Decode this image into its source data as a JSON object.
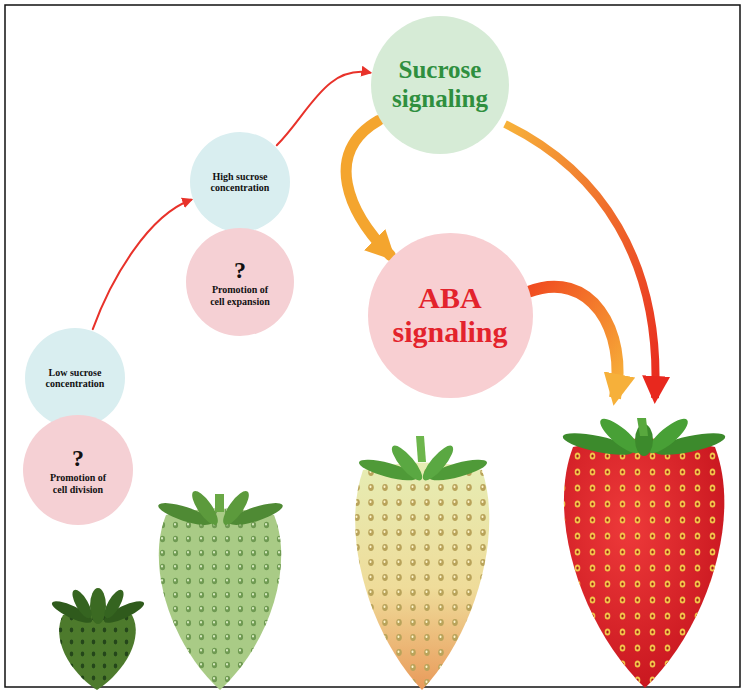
{
  "diagram": {
    "nodes": [
      {
        "text": [
          "Low sucrose concentration"
        ]
      },
      {
        "text": [
          "?",
          "Promotion of cell division"
        ]
      },
      {
        "text": [
          "High sucrose concentration"
        ]
      },
      {
        "text": [
          "?",
          "Promotion of cell expansion"
        ]
      },
      {
        "text": [
          "Sucrose signaling"
        ]
      },
      {
        "text": [
          "ABA signaling"
        ]
      }
    ],
    "edges": [
      {
        "from": 0,
        "to": 2,
        "arrow": "to"
      },
      {
        "from": 2,
        "to": 4,
        "arrow": "to"
      },
      {
        "from": 4,
        "to": 5,
        "arrow": "to"
      }
    ]
  }
}
